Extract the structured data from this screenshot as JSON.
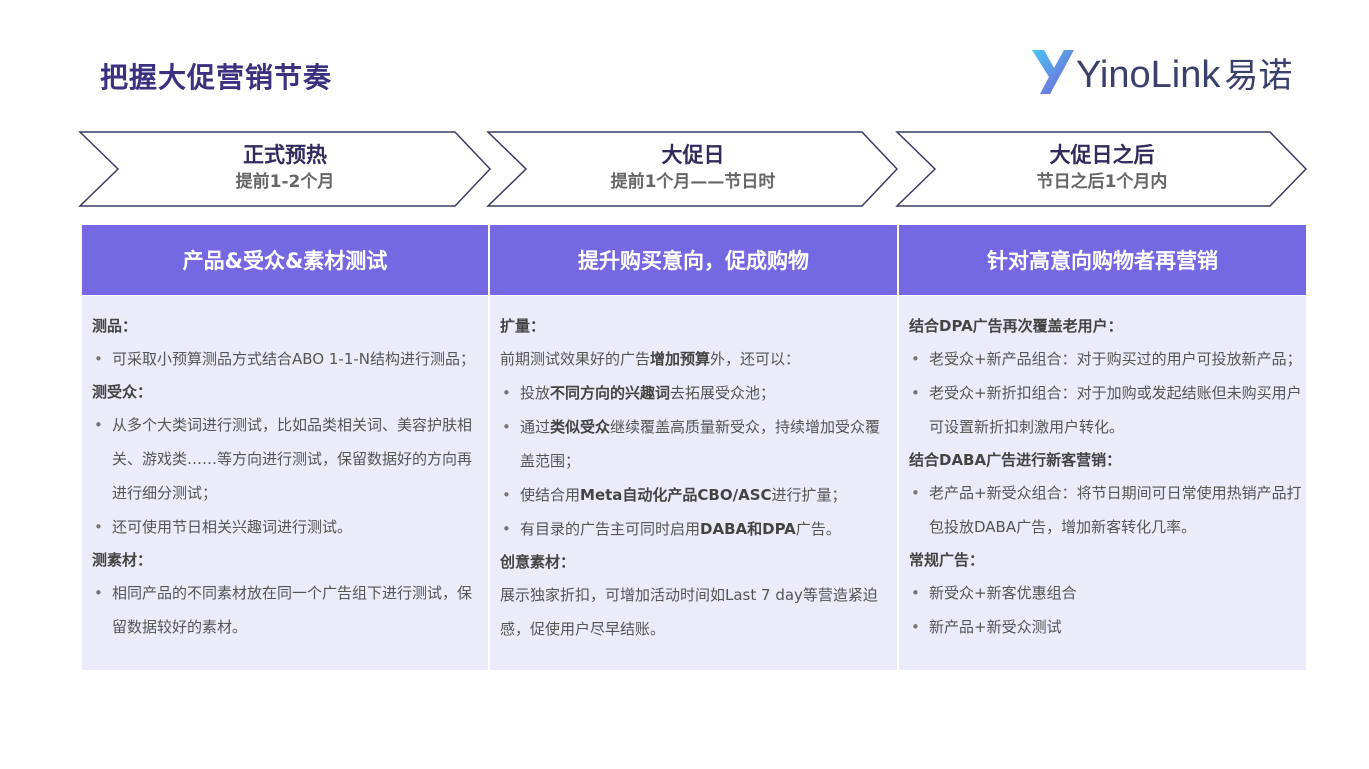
{
  "title": "把握大促营销节奏",
  "logo": {
    "brand_a": "Yino",
    "brand_b": "Link",
    "brand_cn": "易诺"
  },
  "stages": [
    {
      "title": "正式预热",
      "sub": "提前1-2个月"
    },
    {
      "title": "大促日",
      "sub": "提前1个月——节日时"
    },
    {
      "title": "大促日之后",
      "sub": "节日之后1个月内"
    }
  ],
  "columns": [
    {
      "header": "产品&受众&素材测试",
      "sections": [
        {
          "title": "测品：",
          "items": [
            "可采取小预算测品方式结合ABO 1-1-N结构进行测品；"
          ]
        },
        {
          "title": "测受众：",
          "items": [
            "从多个大类词进行测试，比如品类相关词、美容护肤相关、游戏类……等方向进行测试，保留数据好的方向再进行细分测试；",
            "还可使用节日相关兴趣词进行测试。"
          ]
        },
        {
          "title": "测素材：",
          "items": [
            "相同产品的不同素材放在同一个广告组下进行测试，保留数据较好的素材。"
          ]
        }
      ]
    },
    {
      "header": "提升购买意向，促成购物",
      "expand_title": "扩量：",
      "intro": {
        "a": "前期测试效果好的广告",
        "b": "增加预算",
        "c": "外，还可以："
      },
      "items": [
        {
          "a": "投放",
          "b": "不同方向的兴趣词",
          "c": "去拓展受众池；"
        },
        {
          "a": "通过",
          "b": "类似受众",
          "c": "继续覆盖高质量新受众，持续增加受众覆盖范围；"
        },
        {
          "a": "使结合用",
          "b": "Meta自动化产品CBO/ASC",
          "c": "进行扩量；"
        },
        {
          "a": "有目录的广告主可同时启用",
          "b": "DABA和DPA",
          "c": "广告。"
        }
      ],
      "creative_title": "创意素材：",
      "creative_text": "展示独家折扣，可增加活动时间如Last 7 day等营造紧迫感，促使用户尽早结账。"
    },
    {
      "header": "针对高意向购物者再营销",
      "sections": [
        {
          "title": "结合DPA广告再次覆盖老用户：",
          "items": [
            "老受众+新产品组合：对于购买过的用户可投放新产品；",
            "老受众+新折扣组合：对于加购或发起结账但未购买用户可设置新折扣刺激用户转化。"
          ]
        },
        {
          "title": "结合DABA广告进行新客营销：",
          "items": [
            "老产品+新受众组合：将节日期间可日常使用热销产品打包投放DABA广告，增加新客转化几率。"
          ]
        },
        {
          "title": "常规广告：",
          "items": [
            "新受众+新客优惠组合",
            "新产品+新受众测试"
          ]
        }
      ]
    }
  ],
  "colors": {
    "accent": "#7469e3",
    "panel": "#ecebfa",
    "title": "#3a3180"
  }
}
